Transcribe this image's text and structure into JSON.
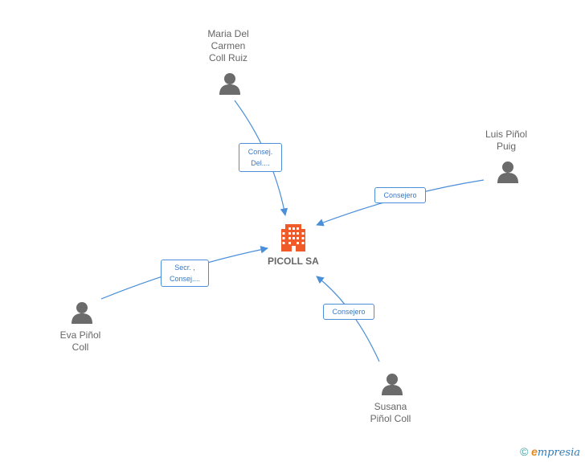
{
  "company": {
    "name": "PICOLL SA"
  },
  "people": [
    {
      "id": "maria",
      "name": "Maria Del\nCarmen\nColl Ruiz"
    },
    {
      "id": "luis",
      "name": "Luis Piñol\nPuig"
    },
    {
      "id": "eva",
      "name": "Eva Piñol\nColl"
    },
    {
      "id": "susana",
      "name": "Susana\nPiñol Coll"
    }
  ],
  "roles": [
    {
      "person": "maria",
      "label": "Consej.\nDel...."
    },
    {
      "person": "luis",
      "label": "Consejero"
    },
    {
      "person": "eva",
      "label": "Secr. ,\nConsej...."
    },
    {
      "person": "susana",
      "label": "Consejero"
    }
  ],
  "colors": {
    "edge": "#4a8fd8",
    "person_icon": "#6b6b6b",
    "company_icon": "#f05a28"
  },
  "footer": {
    "copyright": "©",
    "brand_initial": "e",
    "brand_rest": "mpresia"
  }
}
